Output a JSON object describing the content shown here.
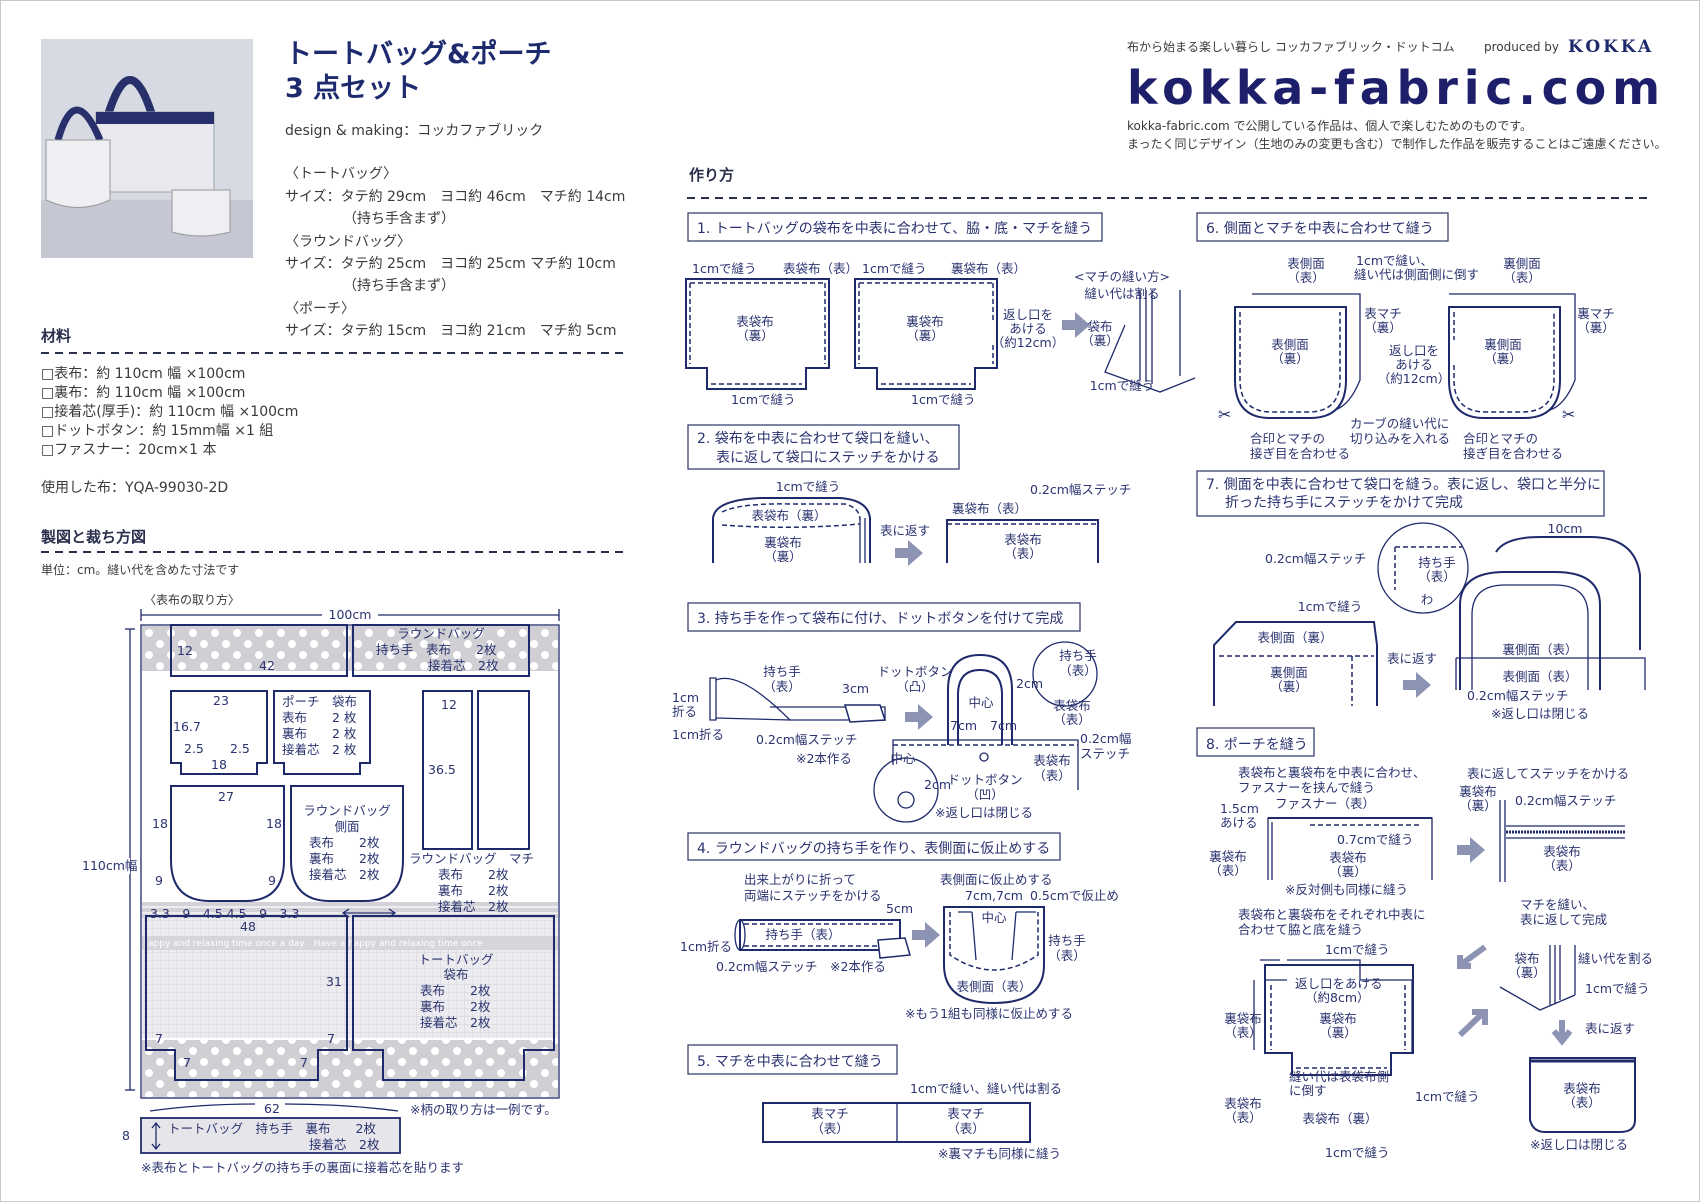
{
  "header": {
    "title_line1": "トートバッグ&ポーチ",
    "title_line2": "3 点セット",
    "credit": "design & making：コッカファブリック",
    "tagline": "布から始まる楽しい暮らし コッカファブリック・ドットコム",
    "produced_by": "produced by",
    "brand": "KOKKA",
    "logo": "kokka-fabric.com",
    "notice": [
      "kokka-fabric.com で公開している作品は、個人で楽しむためのものです。",
      "まったく同じデザイン（生地のみの変更も含む）で制作した作品を販売することはご遠慮ください。"
    ]
  },
  "sizes": [
    "〈トートバッグ〉",
    "サイズ：タテ約 29cm　ヨコ約 46cm　マチ約 14cm",
    "（持ち手含まず）",
    "〈ラウンドバッグ〉",
    "サイズ：タテ約 25cm　ヨコ約 25cm マチ約 10cm",
    "（持ち手含まず）",
    "〈ポーチ〉",
    "サイズ：タテ約 15cm　ヨコ約 21cm　マチ約 5cm"
  ],
  "materials": {
    "heading": "材料",
    "items": [
      "□表布：約 110cm 幅 ×100cm",
      "□裏布：約 110cm 幅 ×100cm",
      "□接着芯(厚手)：約 110cm 幅 ×100cm",
      "□ドットボタン：約 15mm幅 ×1 組",
      "□ファスナー：20cm×1 本"
    ],
    "fabric_used": "使用した布：YQA-99030-2D"
  },
  "cutting": {
    "heading": "製図と裁ち方図",
    "unit_note": "単位：cm。縫い代を含めた寸法です",
    "subtitle": "〈表布の取り方〉",
    "width": "100cm",
    "height": "110cm幅",
    "print_text": "appy and relaxing time once a day　Have a happy and relaxing time once",
    "labels": [
      "12",
      "42",
      "ラウンドバッグ",
      "持ち手　表布　　2枚",
      "接着芯　2枚",
      "23",
      "16.7",
      "2.5",
      "2.5",
      "18",
      "ポーチ　袋布",
      "表布　　2 枚",
      "裏布　　2 枚",
      "接着芯　2 枚",
      "12",
      "36.5",
      "27",
      "18",
      "18",
      "9",
      "9",
      "3.3　9　4.5 4.5　9　3.3",
      "ラウンドバッグ",
      "側面",
      "表布　　2枚",
      "裏布　　2枚",
      "接着芯　2枚",
      "ラウンドバッグ　マチ",
      "表布　　2枚",
      "裏布　　2枚",
      "接着芯　2枚",
      "48",
      "31",
      "7",
      "7",
      "7",
      "7",
      "トートバッグ",
      "袋布",
      "表布　　2枚",
      "裏布　　2枚",
      "接着芯　2枚",
      "62",
      "8",
      "トートバッグ　持ち手　裏布　　2枚",
      "接着芯　2枚"
    ],
    "pattern_note": "※柄の取り方は一例です。",
    "footnote": "※表布とトートバッグの持ち手の裏面に接着芯を貼ります"
  },
  "howto": {
    "heading": "作り方",
    "steps": [
      {
        "title": [
          "1. トートバッグの袋布を中表に合わせて、脇・底・マチを縫う"
        ],
        "labels": [
          "1cmで縫う",
          "表袋布（表）",
          "1cmで縫う",
          "裏袋布（表）",
          "表袋布",
          "（裏）",
          "裏袋布",
          "（裏）",
          "1cmで縫う",
          "1cmで縫う",
          "返し口を",
          "あける",
          "（約12cm）",
          "<マチの縫い方>",
          "縫い代は割る",
          "袋布",
          "（裏）",
          "1cmで縫う"
        ]
      },
      {
        "title": [
          "2. 袋布を中表に合わせて袋口を縫い、",
          "表に返して袋口にステッチをかける"
        ],
        "labels": [
          "1cmで縫う",
          "表袋布（裏）",
          "裏袋布",
          "（裏）",
          "表に返す",
          "裏袋布（表）",
          "0.2cm幅ステッチ",
          "表袋布",
          "（表）"
        ]
      },
      {
        "title": [
          "3. 持ち手を作って袋布に付け、ドットボタンを付けて完成"
        ],
        "labels": [
          "持ち手",
          "（表）",
          "3cm",
          "1cm",
          "折る",
          "1cm折る",
          "0.2cm幅ステッチ",
          "※2本作る",
          "ドットボタン",
          "（凸）",
          "中心",
          "7cm",
          "7cm",
          "2cm",
          "持ち手",
          "（表）",
          "表袋布",
          "（表）",
          "0.2cm幅",
          "ステッチ",
          "表袋布",
          "（表）",
          "中心",
          "2cm",
          "ドットボタン",
          "（凹）",
          "※返し口は閉じる"
        ]
      },
      {
        "title": [
          "4. ラウンドバッグの持ち手を作り、表側面に仮止めする"
        ],
        "labels": [
          "出来上がりに折って",
          "両端にステッチをかける",
          "5cm",
          "持ち手（表）",
          "1cm折る",
          "0.2cm幅ステッチ",
          "※2本作る",
          "表側面に仮止めする",
          "7cm,7cm",
          "0.5cmで仮止め",
          "中心",
          "持ち手",
          "（表）",
          "表側面（表）",
          "※もう1組も同様に仮止めする"
        ]
      },
      {
        "title": [
          "5. マチを中表に合わせて縫う"
        ],
        "labels": [
          "1cmで縫い、縫い代は割る",
          "表マチ",
          "（表）",
          "表マチ",
          "（表）",
          "※裏マチも同様に縫う"
        ]
      },
      {
        "title": [
          "6. 側面とマチを中表に合わせて縫う"
        ],
        "labels": [
          "表側面",
          "（表）",
          "1cmで縫い、",
          "縫い代は側面側に倒す",
          "裏側面",
          "（表）",
          "表マチ",
          "（裏）",
          "表側面",
          "（裏）",
          "返し口を",
          "あける",
          "（約12cm）",
          "裏側面",
          "（裏）",
          "裏マチ",
          "（裏）",
          "合印とマチの",
          "接ぎ目を合わせる",
          "カーブの縫い代に",
          "切り込みを入れる",
          "合印とマチの",
          "接ぎ目を合わせる"
        ]
      },
      {
        "title": [
          "7. 側面を中表に合わせて袋口を縫う。表に返し、袋口と半分に",
          "折った持ち手にステッチをかけて完成"
        ],
        "labels": [
          "0.2cm幅ステッチ",
          "持ち手",
          "（表）",
          "わ",
          "10cm",
          "1cmで縫う",
          "表側面（裏）",
          "裏側面",
          "（裏）",
          "表に返す",
          "裏側面（表）",
          "表側面（表）",
          "0.2cm幅ステッチ",
          "※返し口は閉じる"
        ]
      },
      {
        "title": [
          "8. ポーチを縫う"
        ],
        "labels": [
          "表袋布と裏袋布を中表に合わせ、",
          "ファスナーを挟んで縫う",
          "ファスナー（表）",
          "1.5cm",
          "あける",
          "0.7cmで縫う",
          "裏袋布",
          "（表）",
          "表袋布",
          "（裏）",
          "※反対側も同様に縫う",
          "表に返してステッチをかける",
          "裏袋布",
          "（裏）",
          "0.2cm幅ステッチ",
          "表袋布",
          "（表）",
          "表袋布と裏袋布をそれぞれ中表に",
          "合わせて脇と底を縫う",
          "1cmで縫う",
          "返し口をあける",
          "（約8cm）",
          "裏袋布",
          "（裏）",
          "裏袋布",
          "（表）",
          "縫い代は表袋布側",
          "に倒す",
          "1cmで縫う",
          "表袋布",
          "（表）",
          "表袋布（裏）",
          "1cmで縫う",
          "マチを縫い、",
          "表に返して完成",
          "袋布",
          "（裏）",
          "縫い代を割る",
          "1cmで縫う",
          "表に返す",
          "表袋布",
          "（表）",
          "※返し口は閉じる"
        ]
      }
    ]
  },
  "colors": {
    "navy": "#1f2a6b",
    "arrow": "#8d93b3",
    "fabric_gray": "#d9d9dd"
  }
}
